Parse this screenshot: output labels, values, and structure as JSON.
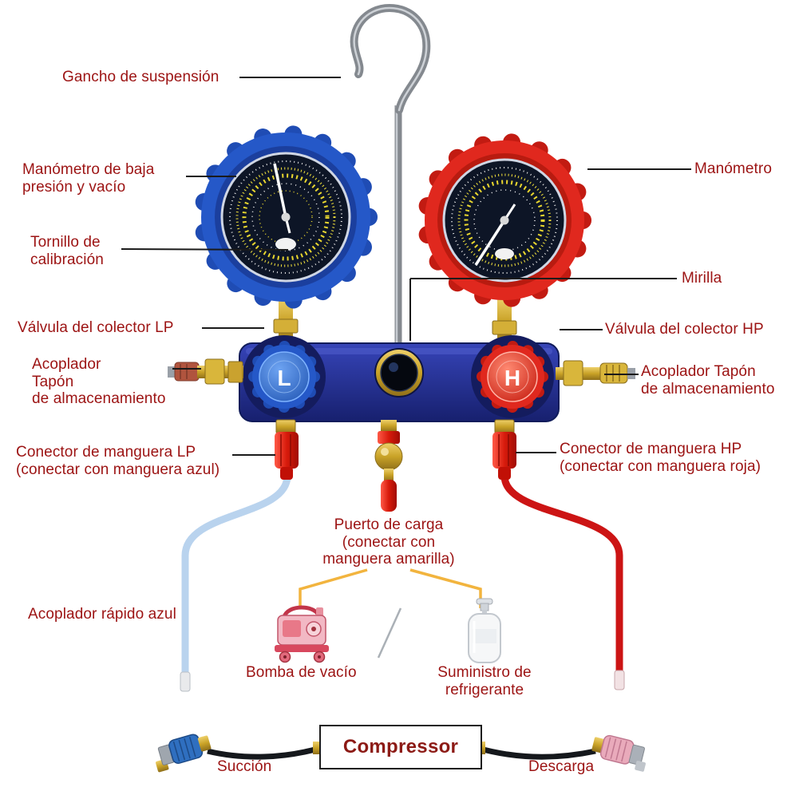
{
  "labels": {
    "hook": "Gancho de suspensión",
    "low_gauge": "Manómetro de baja\npresión y vacío",
    "high_gauge": "Manómetro",
    "calibration_screw": "Tornillo de\ncalibración",
    "sight_glass": "Mirilla",
    "lp_manifold_valve": "Válvula del colector LP",
    "hp_manifold_valve": "Válvula del colector HP",
    "storage_cap_left": "Acoplador\nTapón\nde almacenamiento",
    "storage_cap_right": "Acoplador Tapón\nde almacenamiento",
    "lp_hose_connector": "Conector de manguera LP\n(conectar con manguera azul)",
    "hp_hose_connector": "Conector de manguera HP\n(conectar con manguera roja)",
    "charge_port": "Puerto de carga\n(conectar con\nmanguera amarilla)",
    "blue_quick_coupler": "Acoplador rápido azul",
    "vacuum_pump": "Bomba de vacío",
    "refrigerant_supply": "Suministro de\nrefrigerante",
    "compressor": "Compressor",
    "suction": "Succión",
    "discharge": "Descarga"
  },
  "knobs": {
    "low_letter": "L",
    "high_letter": "H"
  },
  "colors": {
    "label_text": "#9c1313",
    "compressor_text": "#8c1a15",
    "low_gauge_boot": "#2558c8",
    "high_gauge_boot": "#e0281e",
    "manifold_body": "#1c2a8e",
    "brass": "#c9a227",
    "blue_hose": "#b9d3ee",
    "red_hose": "#cc1414",
    "yellow_line": "#f2b43e"
  }
}
